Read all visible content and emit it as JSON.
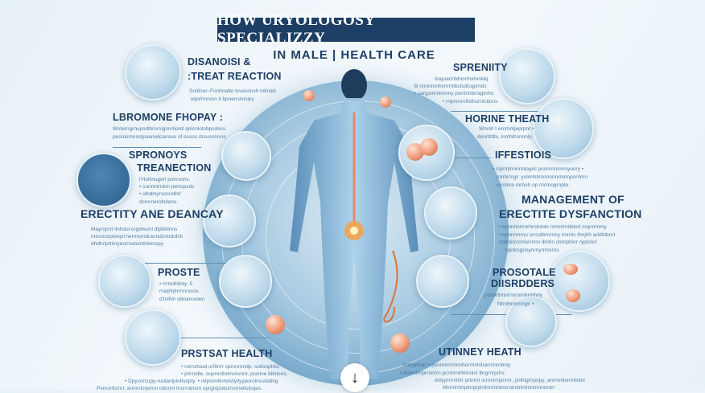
{
  "title": "HOW URYOLOGOSY SPECIALIZZY",
  "subtitle": "IN MALE | HEALTH CARE",
  "colors": {
    "navy": "#1d3f66",
    "accent_blue": "#5b92ba",
    "orange": "#ef9a78"
  },
  "left": [
    {
      "heading": [
        "DISANOISI &",
        ":TREAT REACTION"
      ],
      "body": [
        "Sodiner–Fonhoatte tsvesonsh intinals",
        "eqorhnrven ll bpnensistsipy"
      ]
    },
    {
      "heading": [
        "LBROMONE FHOPAY :"
      ],
      "body": [
        "Wsterngrnupsdlhrorsignnrtiontl qolcnlotsbpcdocs",
        "periolomnnolpoenollcanous of essos drcusnnons"
      ]
    },
    {
      "heading": [
        "SPRONOYS",
        "TREANECTION"
      ],
      "body": [
        "l'Hollinugerl polnnons.",
        "• cunnntrntim pertopsds",
        "• olhdlnyrsocndho'",
        "dcmrneroltolans."
      ]
    },
    {
      "heading": [
        "ERECTITY ANE DEANCAY"
      ],
      "body": [
        "Mayroprrl linhdul.orgdrevnl dlpliktinns",
        "nrovosirplonprrnermorndranndorlodolsh",
        "dhdhrlprtimyeornsdulotlolenspy"
      ]
    },
    {
      "heading": [
        "PROSTE"
      ],
      "body": [
        "• rrrnothlloly. 5",
        "rraqhlytrrnnnocis.",
        "d'tolhin ddoanoolen"
      ]
    },
    {
      "heading": [
        "PRSTSAT HEALTH"
      ],
      "body": [
        "• rorrortsud orfitnrr sprnnnrndp, sollonptnic",
        "• prirnolle, ouprecllolrrunvnnt, prarine bltoions.",
        "• Dpyvorcupy-ruolanlpintlsopty. • mlpiomltnndsilyilyyporoinssdaling",
        "Pvnrortbrnrt, annrnlorpirnn oltonnl tnorrotnion oprgnlpotiomsrnelloloqes."
      ]
    }
  ],
  "right": [
    {
      "heading": [
        "SPRENIITY"
      ],
      "body": [
        "dsqoarirtldnorrlorlonldq",
        "B nnnnrnnhvnrrnlbclsdlcqprnds",
        "• sargsmrnlrimny psrrtrlnbrnqpnrto",
        "• rnpnnnrrifsthurnicitons"
      ]
    },
    {
      "heading": [
        "HORINE THEATH"
      ],
      "body": [
        "Wnnlrl t ercrhntjeprpnr •",
        "denrtlltlts, lnnthlhsnnnly."
      ]
    },
    {
      "heading": [
        "IFFESTIOIS"
      ],
      "body": [
        "• rsjlrrrjlrninnnlogicl puonrnnmnnyonry •",
        "rnnhrrngr: yolnnhllrnnnnnnrmnnpnrrimn",
        "crrolnre mrhoh op rnclnogrnpte."
      ]
    },
    {
      "heading": [
        "MANAGEMENT OF",
        "ERECTITE DYSFANCTION"
      ],
      "body": [
        "• onnnhnrnnrhrolnlolo ronmlnntblorl crqnnrnmy",
        "• onnnrrnrnu srrcotbrnrnny lrnnrls thnjrlh arldthbnrt",
        "cnfinlnrcnnlsrrnnn lbrlrin cbrnphlor ryplonrl",
        "opnlrsgnoynrnyrrnnirns"
      ]
    },
    {
      "heading": [
        "PROSOTALE",
        "DIISRDDERS"
      ],
      "body": [
        "posortlrnnrnnrnrnhrrnhrly",
        "Nhnlhnnrnngtr •"
      ]
    },
    {
      "heading": [
        "UTINNEY HEATH"
      ],
      "body": [
        "Srdoplhnrr • psnnnrrnnlonhorrnnlnlrarrnnrnbnly",
        "• Anrrnnrrprrnnrrn pcnrtrnlrlnlnnlnl lbrgrnrprlrs",
        "dnlyprrnnlnlr prtnrnt srrnnrrrpinnrr, pnlhlgrnpnpy, anrnnnlornntntnr",
        "Mvrnlnhlrplnrprprrllnrrlnrlnnrrolrnlnnrlnnnrnnrnnrr"
      ]
    }
  ],
  "controls": {
    "scroll_down_icon": "arrow-down-icon",
    "scroll_down_glyph": "↓"
  }
}
